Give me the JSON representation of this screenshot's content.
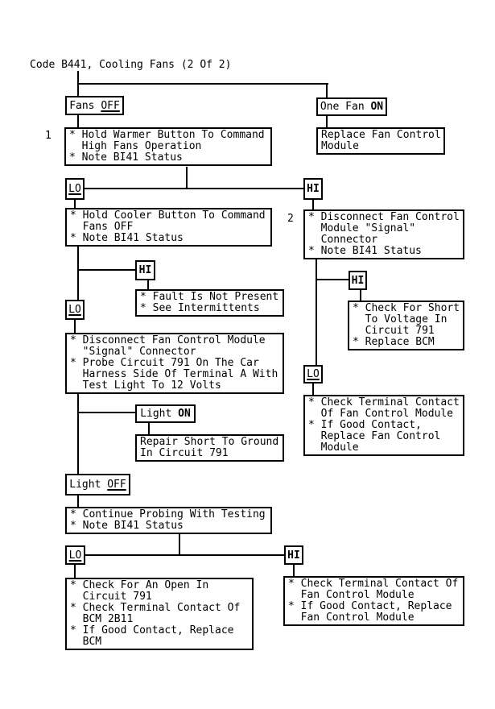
{
  "title": "Code B441, Cooling Fans (2 Of 2)",
  "colors": {
    "background": "#ffffff",
    "line": "#000000",
    "text": "#000000"
  },
  "nodes": {
    "fans_off": {
      "prefix": "Fans ",
      "status": "OFF"
    },
    "one_fan_on": {
      "prefix": "One Fan ",
      "status": "ON"
    },
    "step1_label": "1",
    "step1": {
      "lines": [
        "* Hold Warmer Button To Command",
        "  High Fans Operation",
        "* Note BI41 Status"
      ]
    },
    "replace_fcm": {
      "lines": [
        "Replace Fan Control",
        "Module"
      ]
    },
    "lo1": {
      "status": "LO"
    },
    "hi1": {
      "status": "HI"
    },
    "cooler": {
      "lines": [
        "* Hold Cooler Button To Command",
        "  Fans OFF",
        "* Note BI41 Status"
      ]
    },
    "step2_label": "2",
    "step2": {
      "lines": [
        "* Disconnect Fan Control",
        "  Module \"Signal\"",
        "  Connector",
        "* Note BI41 Status"
      ]
    },
    "hi2": {
      "status": "HI"
    },
    "fault": {
      "lines": [
        "* Fault Is Not Present",
        "* See Intermittents"
      ]
    },
    "lo2": {
      "status": "LO"
    },
    "probe": {
      "lines": [
        "* Disconnect Fan Control Module",
        "  \"Signal\" Connector",
        "* Probe Circuit 791 On The Car",
        "  Harness Side Of Terminal A With",
        "  Test Light To 12 Volts"
      ]
    },
    "hi3": {
      "status": "HI"
    },
    "short_voltage": {
      "lines": [
        "* Check For Short",
        "  To Voltage In",
        "  Circuit 791",
        "* Replace BCM"
      ]
    },
    "lo3": {
      "status": "LO"
    },
    "contact_fcm_right": {
      "lines": [
        "* Check Terminal Contact",
        "  Of Fan Control Module",
        "* If Good Contact,",
        "  Replace Fan Control",
        "  Module"
      ]
    },
    "light_on": {
      "prefix": "Light ",
      "status": "ON"
    },
    "repair": {
      "lines": [
        "Repair Short To Ground",
        "In Circuit 791"
      ]
    },
    "light_off": {
      "prefix": "Light ",
      "status": "OFF"
    },
    "continue_probe": {
      "lines": [
        "* Continue Probing With Testing",
        "* Note BI41 Status"
      ]
    },
    "lo4": {
      "status": "LO"
    },
    "hi4": {
      "status": "HI"
    },
    "open_circuit": {
      "lines": [
        "* Check For An Open In",
        "  Circuit 791",
        "* Check Terminal Contact Of",
        "  BCM 2B11",
        "* If Good Contact, Replace",
        "  BCM"
      ]
    },
    "contact_fcm_bottom": {
      "lines": [
        "* Check Terminal Contact Of",
        "  Fan Control Module",
        "* If Good Contact, Replace",
        "  Fan Control Module"
      ]
    }
  }
}
